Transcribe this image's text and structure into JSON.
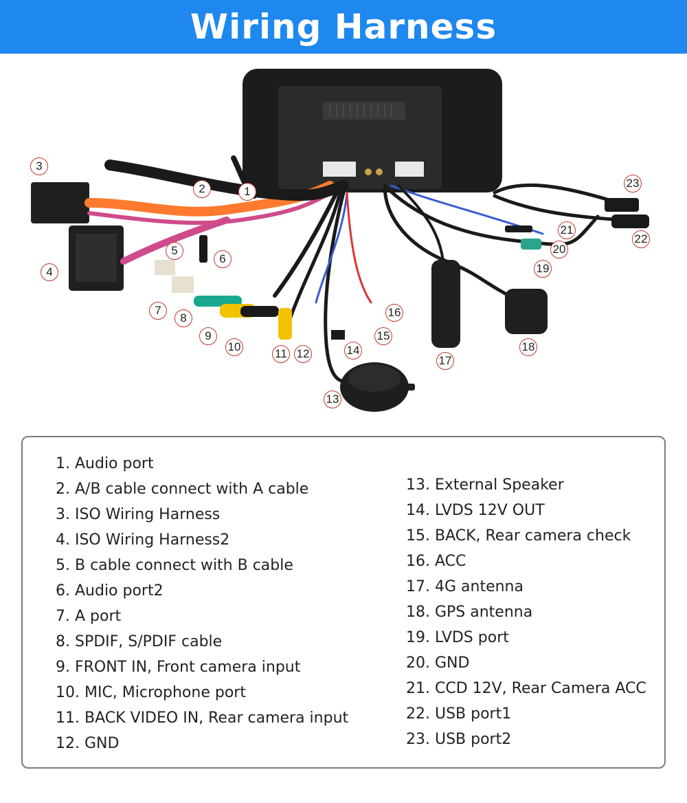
{
  "header": {
    "title": "Wiring Harness"
  },
  "colors": {
    "banner": "#1e88ee",
    "callout_border": "#c0392b",
    "legend_border": "#7b7b7b"
  },
  "callouts": [
    "1",
    "2",
    "3",
    "4",
    "5",
    "6",
    "7",
    "8",
    "9",
    "10",
    "11",
    "12",
    "13",
    "14",
    "15",
    "16",
    "17",
    "18",
    "19",
    "20",
    "21",
    "22",
    "23"
  ],
  "legend": {
    "left": [
      "1. Audio port",
      "2. A/B cable connect with A cable",
      "3. ISO Wiring Harness",
      "4. ISO Wiring Harness2",
      "5. B cable connect with B cable",
      "6. Audio port2",
      "7. A port",
      "8. SPDIF, S/PDIF cable",
      "9. FRONT IN, Front camera input",
      "10. MIC, Microphone port",
      "11. BACK VIDEO IN, Rear camera input",
      "12. GND"
    ],
    "right": [
      "13. External Speaker",
      "14. LVDS 12V OUT",
      "15. BACK, Rear camera check",
      "16. ACC",
      "17. 4G antenna",
      "18. GPS antenna",
      "19. LVDS port",
      "20. GND",
      "21. CCD 12V, Rear Camera ACC",
      "22. USB port1",
      "23. USB port2"
    ]
  }
}
